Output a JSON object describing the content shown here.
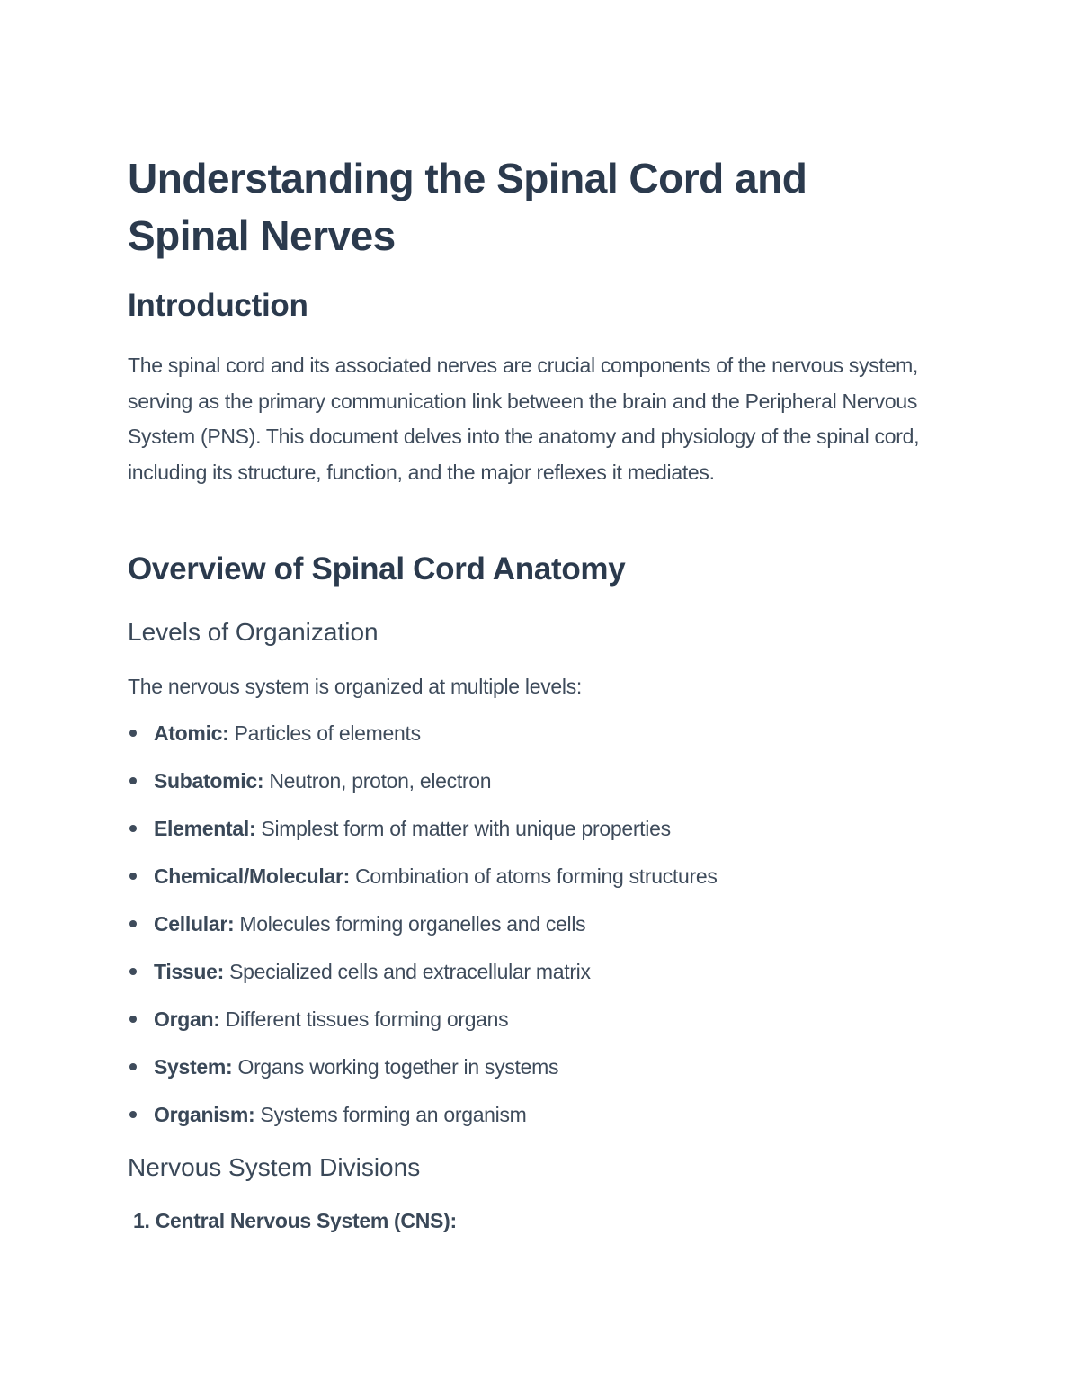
{
  "document": {
    "title": "Understanding the Spinal Cord and Spinal Nerves",
    "sections": {
      "introduction": {
        "heading": "Introduction",
        "paragraph": "The spinal cord and its associated nerves are crucial components of the nervous system, serving as the primary communication link between the brain and the Peripheral Nervous System (PNS). This document delves into the anatomy and physiology of the spinal cord, including its structure, function, and the major reflexes it mediates."
      },
      "overview": {
        "heading": "Overview of Spinal Cord Anatomy",
        "levels": {
          "heading": "Levels of Organization",
          "lead": "The nervous system is organized at multiple levels:",
          "items": [
            {
              "term": "Atomic",
              "description": "Particles of elements"
            },
            {
              "term": "Subatomic",
              "description": "Neutron, proton, electron"
            },
            {
              "term": "Elemental",
              "description": "Simplest form of matter with unique properties"
            },
            {
              "term": "Chemical/Molecular",
              "description": "Combination of atoms forming structures"
            },
            {
              "term": "Cellular",
              "description": "Molecules forming organelles and cells"
            },
            {
              "term": "Tissue",
              "description": "Specialized cells and extracellular matrix"
            },
            {
              "term": "Organ",
              "description": "Different tissues forming organs"
            },
            {
              "term": "System",
              "description": "Organs working together in systems"
            },
            {
              "term": "Organism",
              "description": "Systems forming an organism"
            }
          ]
        },
        "divisions": {
          "heading": "Nervous System Divisions",
          "items": [
            {
              "number": "1.",
              "label": "Central Nervous System (CNS):"
            }
          ]
        }
      }
    }
  },
  "colors": {
    "heading": "#2b3a4d",
    "body_text": "#3e4b5b",
    "background": "#ffffff"
  }
}
